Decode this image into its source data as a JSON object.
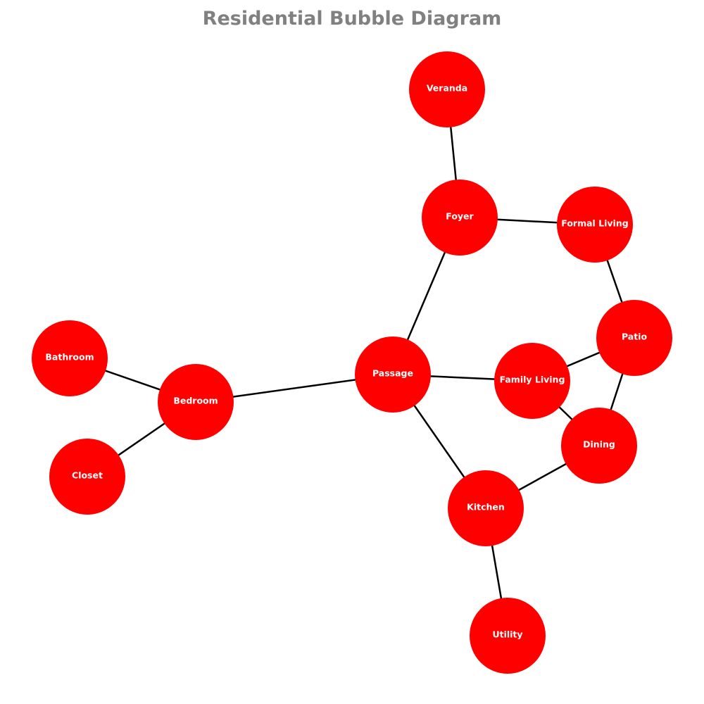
{
  "title": "Residential Bubble Diagram",
  "colors": {
    "title": "#808080",
    "node_fill": "#ff0000",
    "node_label": "#ffffff",
    "edge": "#000000",
    "background": "#ffffff"
  },
  "diagram": {
    "nodes": [
      {
        "id": "veranda",
        "label": "Veranda"
      },
      {
        "id": "foyer",
        "label": "Foyer"
      },
      {
        "id": "formal_living",
        "label": "Formal Living"
      },
      {
        "id": "patio",
        "label": "Patio"
      },
      {
        "id": "passage",
        "label": "Passage"
      },
      {
        "id": "family_living",
        "label": "Family Living"
      },
      {
        "id": "dining",
        "label": "Dining"
      },
      {
        "id": "kitchen",
        "label": "Kitchen"
      },
      {
        "id": "utility",
        "label": "Utility"
      },
      {
        "id": "bedroom",
        "label": "Bedroom"
      },
      {
        "id": "bathroom",
        "label": "Bathroom"
      },
      {
        "id": "closet",
        "label": "Closet"
      }
    ],
    "edges": [
      {
        "source": "veranda",
        "target": "foyer"
      },
      {
        "source": "foyer",
        "target": "formal_living"
      },
      {
        "source": "foyer",
        "target": "passage"
      },
      {
        "source": "formal_living",
        "target": "patio"
      },
      {
        "source": "patio",
        "target": "family_living"
      },
      {
        "source": "patio",
        "target": "dining"
      },
      {
        "source": "passage",
        "target": "family_living"
      },
      {
        "source": "passage",
        "target": "kitchen"
      },
      {
        "source": "passage",
        "target": "bedroom"
      },
      {
        "source": "family_living",
        "target": "dining"
      },
      {
        "source": "dining",
        "target": "kitchen"
      },
      {
        "source": "kitchen",
        "target": "utility"
      },
      {
        "source": "bedroom",
        "target": "bathroom"
      },
      {
        "source": "bedroom",
        "target": "closet"
      }
    ]
  }
}
